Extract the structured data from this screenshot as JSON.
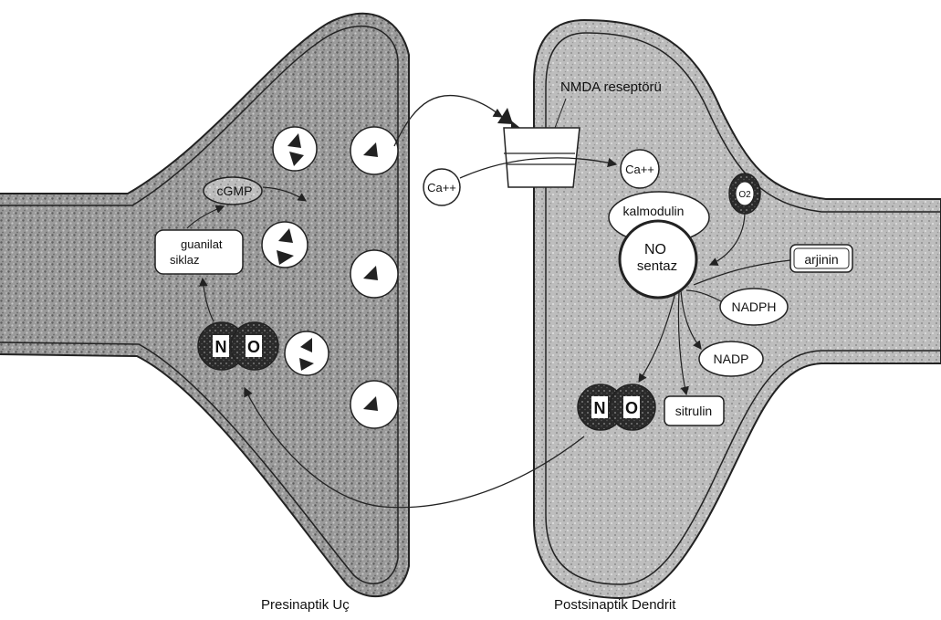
{
  "labels": {
    "nmda_receptor": "NMDA reseptörü",
    "ca_outside": "Ca++",
    "ca_inside": "Ca++",
    "o2": "O2",
    "kalmodulin": "kalmodulin",
    "no_sentaz_line1": "NO",
    "no_sentaz_line2": "sentaz",
    "arjinin": "arjinin",
    "nadph": "NADPH",
    "nadp": "NADP",
    "sitrulin": "sitrulin",
    "cgmp": "cGMP",
    "guanilat_line1": "guanilat",
    "guanilat_line2": "siklaz",
    "no_n": "N",
    "no_o": "O"
  },
  "captions": {
    "presynaptic": "Presinaptik Uç",
    "postsynaptic": "Postsinaptik Dendrit"
  }
}
